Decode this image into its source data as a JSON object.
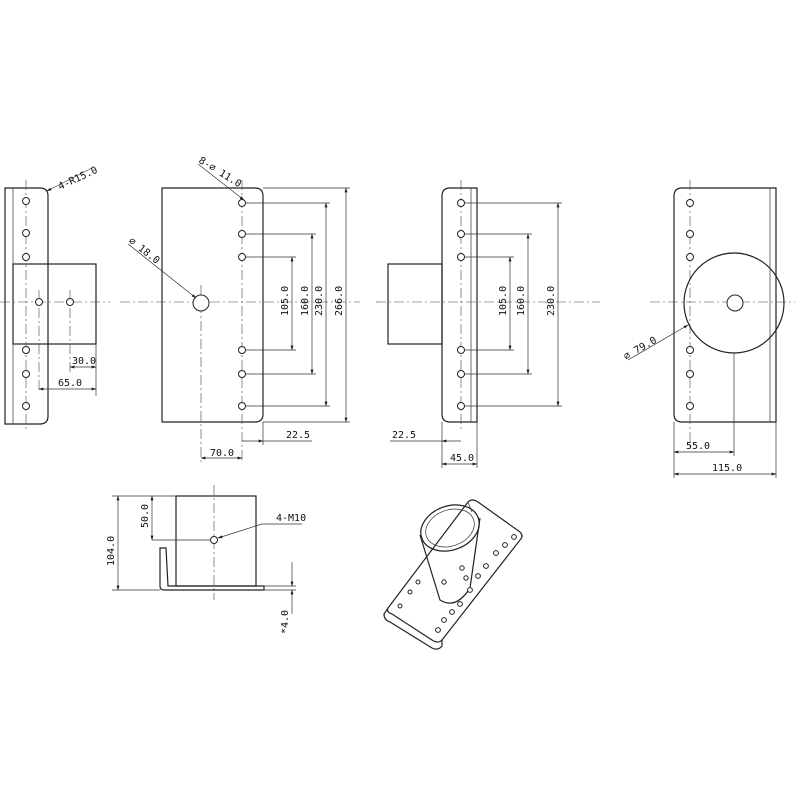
{
  "views": {
    "left_side": {
      "fillet_note": "4-R15.0",
      "dim_a": "30.0",
      "dim_b": "65.0"
    },
    "front": {
      "hole_note": "8-∅ 11.0",
      "center_hole": "∅ 18.0",
      "dims": {
        "d105": "105.0",
        "d160": "160.0",
        "d230": "230.0",
        "d266": "266.0"
      },
      "dim_70": "70.0",
      "dim_22_5": "22.5"
    },
    "right_side": {
      "dims": {
        "d105": "105.0",
        "d160": "160.0",
        "d230": "230.0"
      },
      "dim_22_5": "22.5",
      "dim_45": "45.0"
    },
    "rear": {
      "tube_dia": "∅ 79.0",
      "dim_55": "55.0",
      "dim_115": "115.0"
    },
    "bottom": {
      "dim_104": "104.0",
      "dim_50": "50.0",
      "thread_note": "4-M10",
      "thickness": "*4.0"
    }
  }
}
